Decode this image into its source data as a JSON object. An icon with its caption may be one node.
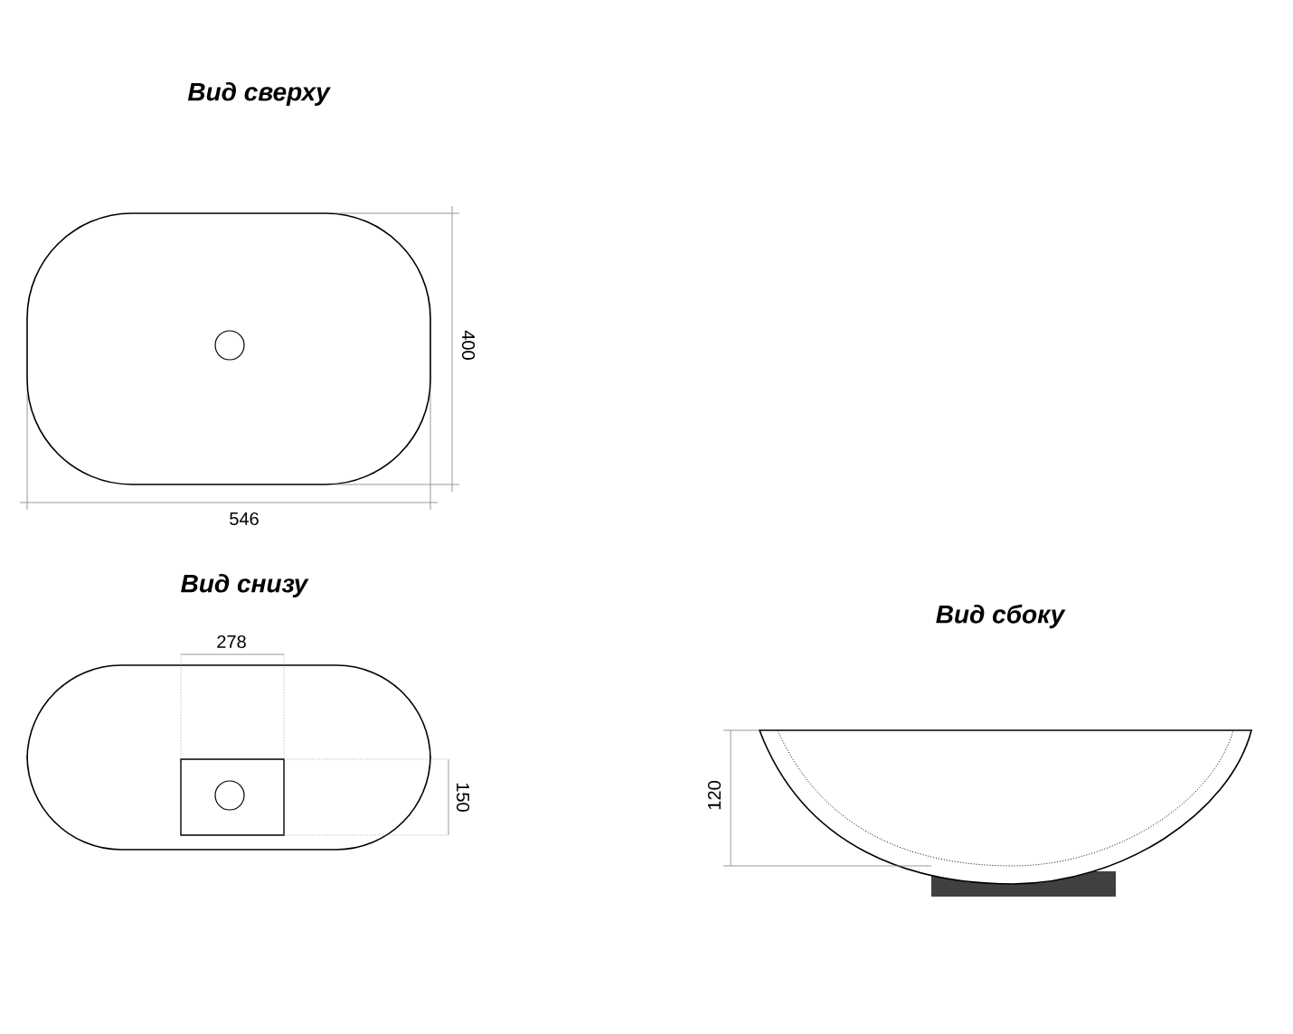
{
  "diagram": {
    "labels": [
      "Вид сверху",
      "400",
      "546",
      "Вид снизу",
      "Вид сбоку",
      "278",
      "150",
      "120"
    ]
  }
}
